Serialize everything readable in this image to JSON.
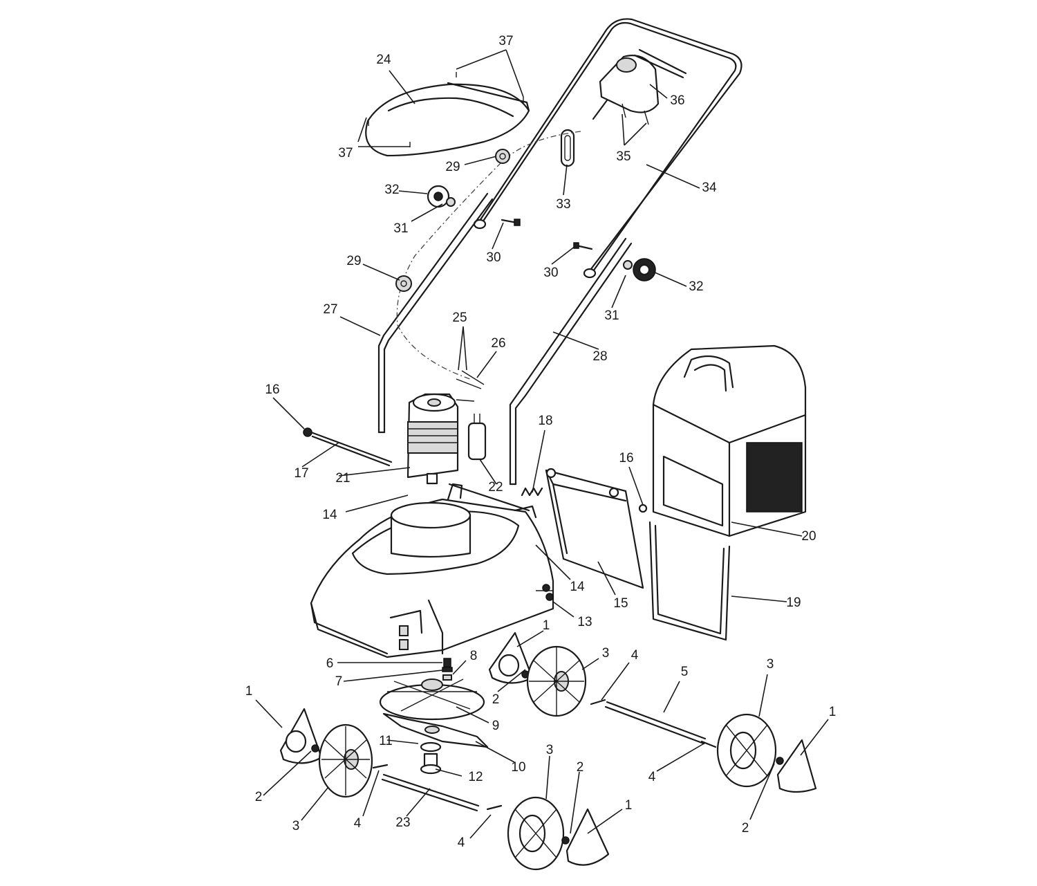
{
  "diagram": {
    "description_colors": {
      "line": "#1a1a1a",
      "background": "#ffffff",
      "shade": "#d9d9d9"
    },
    "callouts": [
      "1",
      "2",
      "3",
      "4",
      "5",
      "6",
      "7",
      "8",
      "9",
      "10",
      "11",
      "12",
      "13",
      "14",
      "15",
      "16",
      "17",
      "18",
      "19",
      "20",
      "21",
      "22",
      "23",
      "24",
      "25",
      "26",
      "27",
      "28",
      "29",
      "30",
      "31",
      "32",
      "33",
      "34",
      "35",
      "36",
      "37"
    ]
  }
}
